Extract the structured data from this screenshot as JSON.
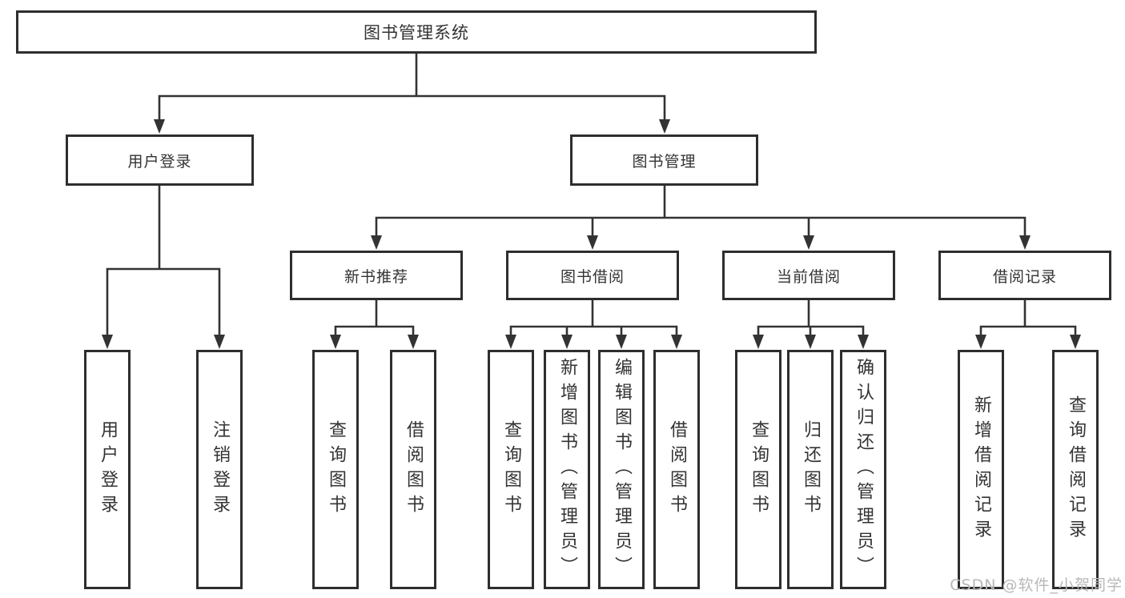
{
  "tree": {
    "label": "图书管理系统",
    "children": [
      {
        "label": "用户登录",
        "children": [
          {
            "label": "用户登录"
          },
          {
            "label": "注销登录"
          }
        ]
      },
      {
        "label": "图书管理",
        "children": [
          {
            "label": "新书推荐",
            "children": [
              {
                "label": "查询图书"
              },
              {
                "label": "借阅图书"
              }
            ]
          },
          {
            "label": "图书借阅",
            "children": [
              {
                "label": "查询图书"
              },
              {
                "label": "新增图书（管理员）"
              },
              {
                "label": "编辑图书（管理员）"
              },
              {
                "label": "借阅图书"
              }
            ]
          },
          {
            "label": "当前借阅",
            "children": [
              {
                "label": "查询图书"
              },
              {
                "label": "归还图书"
              },
              {
                "label": "确认归还（管理员）"
              }
            ]
          },
          {
            "label": "借阅记录",
            "children": [
              {
                "label": "新增借阅记录"
              },
              {
                "label": "查询借阅记录"
              }
            ]
          }
        ]
      }
    ]
  },
  "watermark": {
    "text": "CSDN @软件_小贺同学"
  },
  "colors": {
    "line": "#333333",
    "box_border": "#2e2e2e",
    "text": "#333333",
    "watermark": "#b8b8b8",
    "background": "#ffffff"
  }
}
